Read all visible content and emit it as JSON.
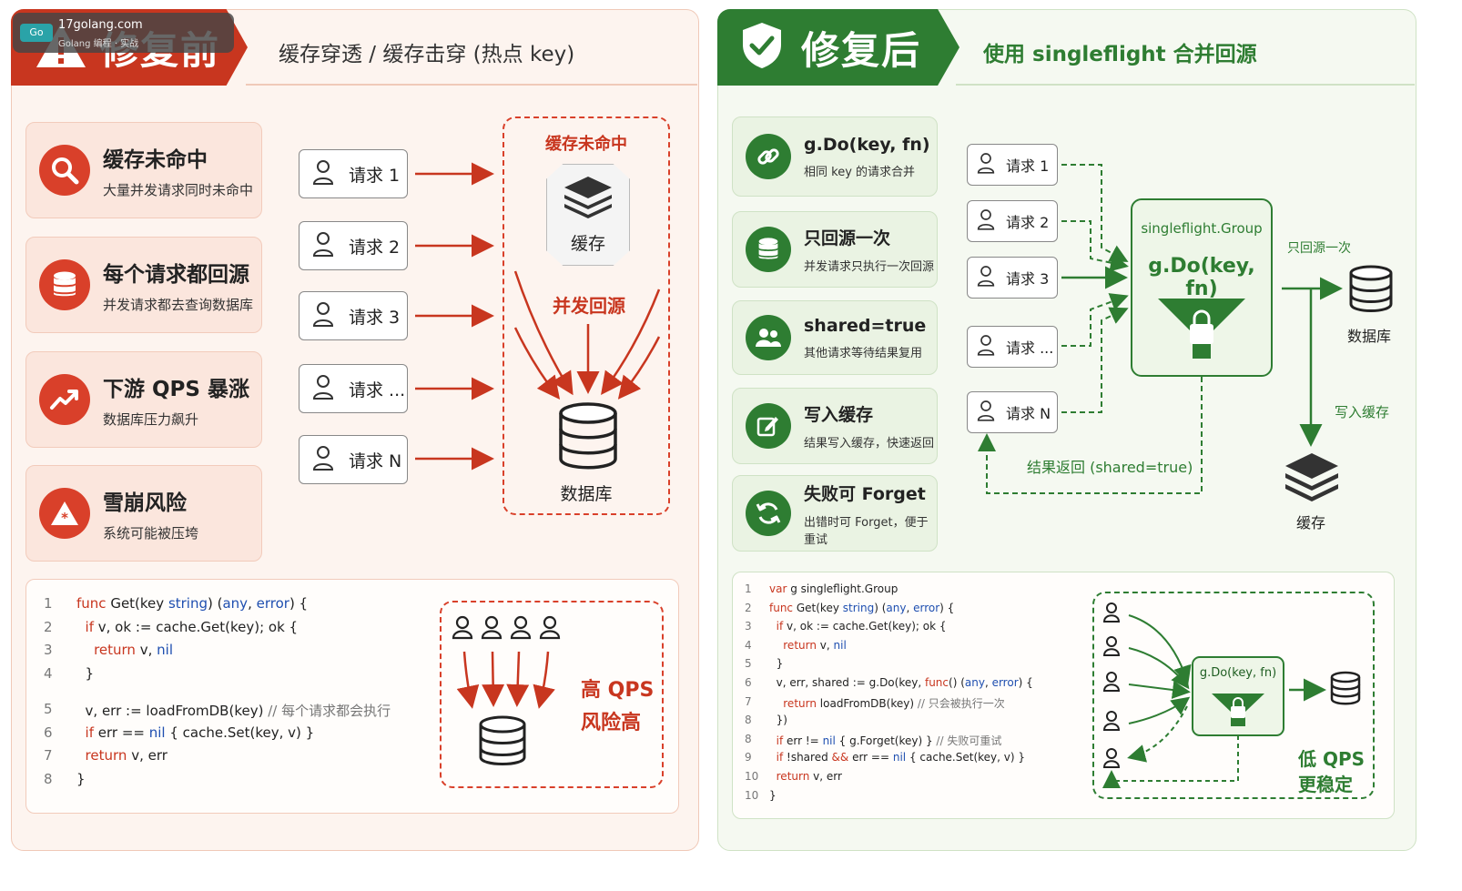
{
  "watermark": {
    "badge": "Go",
    "site": "17golang.com",
    "caption": "Golang 编程 · 实战"
  },
  "left": {
    "banner_title": "修复前",
    "subtitle": "缓存穿透 / 缓存击穿 (热点 key)",
    "cards": [
      {
        "title": "缓存未命中",
        "sub": "大量并发请求同时未命中",
        "icon": "search-icon"
      },
      {
        "title": "每个请求都回源",
        "sub": "并发请求都去查询数据库",
        "icon": "database-icon"
      },
      {
        "title": "下游 QPS 暴涨",
        "sub": "数据库压力飙升",
        "icon": "trend-up-icon"
      },
      {
        "title": "雪崩风险",
        "sub": "系统可能被压垮",
        "icon": "warning-icon"
      }
    ],
    "requests": [
      "请求 1",
      "请求 2",
      "请求 3",
      "请求 ...",
      "请求 N"
    ],
    "diagram": {
      "miss_label": "缓存未命中",
      "cache_label": "缓存",
      "concurrent_label": "并发回源",
      "db_label": "数据库"
    },
    "code": [
      {
        "n": "1",
        "html": "<span class='kw'>func</span> Get(key <span class='tp'>string</span>) (<span class='tp'>any</span>, <span class='tp'>error</span>) {"
      },
      {
        "n": "2",
        "html": "  <span class='kw'>if</span> v, ok := cache.Get(key); ok {"
      },
      {
        "n": "3",
        "html": "    <span class='kw'>return</span> v, <span class='tp'>nil</span>"
      },
      {
        "n": "4",
        "html": "  }"
      },
      {
        "n": "5",
        "html": "  v, err := loadFromDB(key) <span class='cm'>// 每个请求都会执行</span>"
      },
      {
        "n": "6",
        "html": "  <span class='kw'>if</span> err == <span class='tp'>nil</span> { cache.Set(key, v) }"
      },
      {
        "n": "7",
        "html": "  <span class='kw'>return</span> v, err"
      },
      {
        "n": "8",
        "html": "}"
      }
    ],
    "qps_label_1": "高 QPS",
    "qps_label_2": "风险高"
  },
  "right": {
    "banner_title": "修复后",
    "subtitle": "使用 singleflight 合并回源",
    "cards": [
      {
        "title": "g.Do(key, fn)",
        "sub": "相同 key 的请求合并",
        "icon": "link-icon"
      },
      {
        "title": "只回源一次",
        "sub": "并发请求只执行一次回源",
        "icon": "database-icon"
      },
      {
        "title": "shared=true",
        "sub": "其他请求等待结果复用",
        "icon": "users-icon"
      },
      {
        "title": "写入缓存",
        "sub": "结果写入缓存，快速返回",
        "icon": "edit-icon"
      },
      {
        "title": "失败可 Forget",
        "sub": "出错时可 Forget，便于重试",
        "icon": "refresh-icon"
      }
    ],
    "requests": [
      "请求 1",
      "请求 2",
      "请求 3",
      "请求 ...",
      "请求 N"
    ],
    "diagram": {
      "group_label": "singleflight.Group",
      "do_label": "g.Do(key, fn)",
      "once_label": "只回源一次",
      "db_label": "数据库",
      "write_label": "写入缓存",
      "cache_label": "缓存",
      "return_label": "结果返回 (shared=true)"
    },
    "code": [
      {
        "n": "1",
        "html": "<span class='kw'>var</span> g singleflight.Group"
      },
      {
        "n": "2",
        "html": "<span class='kw'>func</span> Get(key <span class='tp'>string</span>) (<span class='tp'>any</span>, <span class='tp'>error</span>) {"
      },
      {
        "n": "3",
        "html": "  <span class='kw'>if</span> v, ok := cache.Get(key); ok {"
      },
      {
        "n": "4",
        "html": "    <span class='kw'>return</span> v, <span class='tp'>nil</span>"
      },
      {
        "n": "5",
        "html": "  }"
      },
      {
        "n": "6",
        "html": "  v, err, shared := g.Do(key, <span class='kw'>func</span>() (<span class='tp'>any</span>, <span class='tp'>error</span>) {"
      },
      {
        "n": "7",
        "html": "    <span class='kw'>return</span> loadFromDB(key) <span class='cm'>// 只会被执行一次</span>"
      },
      {
        "n": "8",
        "html": "  })"
      },
      {
        "n": "8",
        "html": "  <span class='kw'>if</span> err != <span class='tp'>nil</span> { g.Forget(key) } <span class='cm'>// 失败可重试</span>"
      },
      {
        "n": "9",
        "html": "  <span class='kw'>if</span> !shared <span class='kw'>&amp;&amp;</span> err == <span class='tp'>nil</span> { cache.Set(key, v) }"
      },
      {
        "n": "10",
        "html": "  <span class='kw'>return</span> v, err"
      },
      {
        "n": "10",
        "html": "}"
      }
    ],
    "mini_do_label": "g.Do(key, fn)",
    "qps_label_1": "低 QPS",
    "qps_label_2": "更稳定"
  },
  "colors": {
    "red": "#c8361f",
    "green": "#2e7d32"
  }
}
